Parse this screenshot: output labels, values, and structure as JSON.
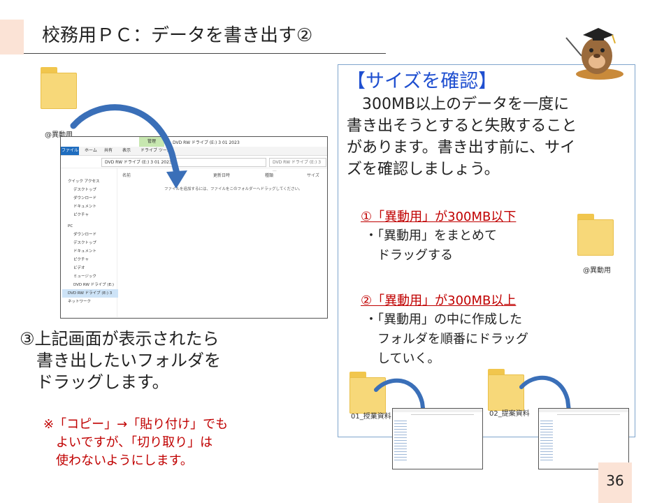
{
  "slide": {
    "title": "校務用ＰＣ：データを書き出す②",
    "page_number": "36"
  },
  "folders": {
    "top_label": "@異動用",
    "right_label": "@異動用",
    "sub1_label": "01_授業資料",
    "sub2_label": "02_提案資料"
  },
  "explorer": {
    "title": "DVD RW ドライブ (E:) 3 01 2023",
    "manage_tab": "管理",
    "tabs": [
      "ファイル",
      "ホーム",
      "共有",
      "表示",
      "ドライブ ツール"
    ],
    "address": "DVD RW ドライブ (E:) 3 01 2023",
    "search_placeholder": "DVD RW ドライブ (E:) 3 ...",
    "columns": [
      "名前",
      "更新日時",
      "種類",
      "サイズ"
    ],
    "empty_message": "ファイルを追加するには、ファイルをこのフォルダーへドラッグしてください。",
    "nav": [
      "クイック アクセス",
      "デスクトップ",
      "ダウンロード",
      "ドキュメント",
      "ピクチャ",
      "PC",
      "ダウンロード",
      "デスクトップ",
      "ドキュメント",
      "ピクチャ",
      "ビデオ",
      "ミュージック",
      "DVD RW ドライブ (E:)",
      "DVD RW ドライブ (E:) 3",
      "ネットワーク"
    ]
  },
  "step": {
    "text": "③上記画面が表示されたら\n　書き出したいフォルダを\n　ドラッグします。",
    "note": "※「コピー」→「貼り付け」でも\n　よいですが、「切り取り」は\n　使わないようにします。"
  },
  "info": {
    "heading": "【サイズを確認】",
    "body": "　300MB以上のデータを一度に\n書き出そうとすると失敗すること\nがあります。書き出す前に、サイ\nズを確認しましょう。",
    "case1_head": "①「異動用」が300MB以下",
    "case1_body": "・「異動用」をまとめて\n　ドラッグする",
    "case2_head": "②「異動用」が300MB以上",
    "case2_body": "・「異動用」の中に作成した\n　フォルダを順番にドラッグ\n　していく。"
  },
  "colors": {
    "accent": "#fbe3d6",
    "heading_blue": "#1f4fd0",
    "warning_red": "#c00000",
    "arrow_blue": "#3a6fb8"
  }
}
